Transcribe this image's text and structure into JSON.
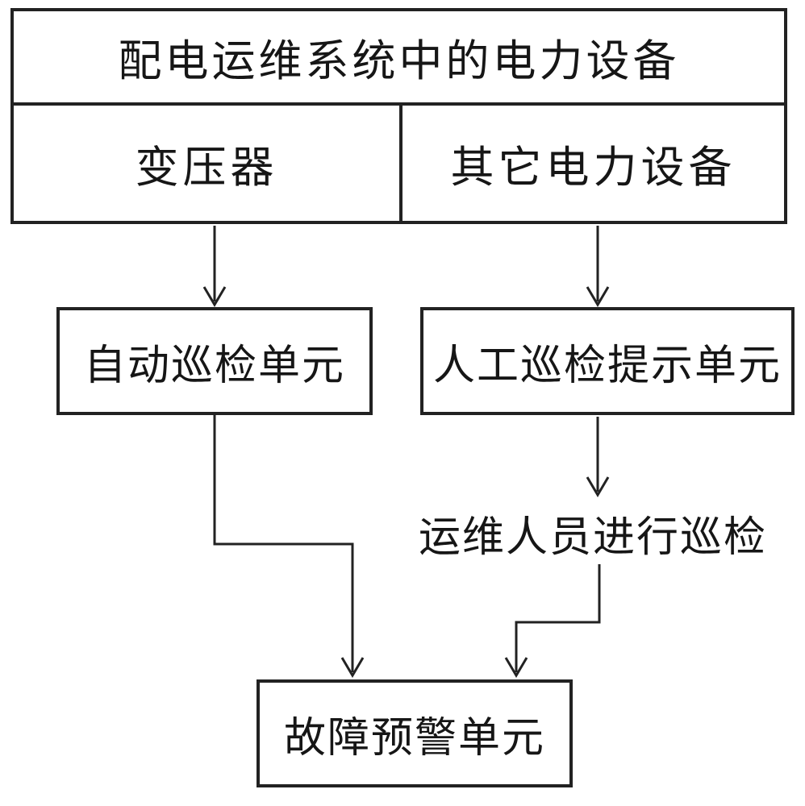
{
  "diagram": {
    "table": {
      "header": "配电运维系统中的电力设备",
      "cells": [
        {
          "label": "变压器"
        },
        {
          "label": "其它电力设备"
        }
      ]
    },
    "nodes": {
      "auto_unit": "自动巡检单元",
      "manual_unit": "人工巡检提示单元",
      "inspect_text": "运维人员进行巡检",
      "fault_unit": "故障预警单元"
    },
    "colors": {
      "line": "#222222",
      "text": "#161616",
      "background": "#ffffff"
    }
  }
}
